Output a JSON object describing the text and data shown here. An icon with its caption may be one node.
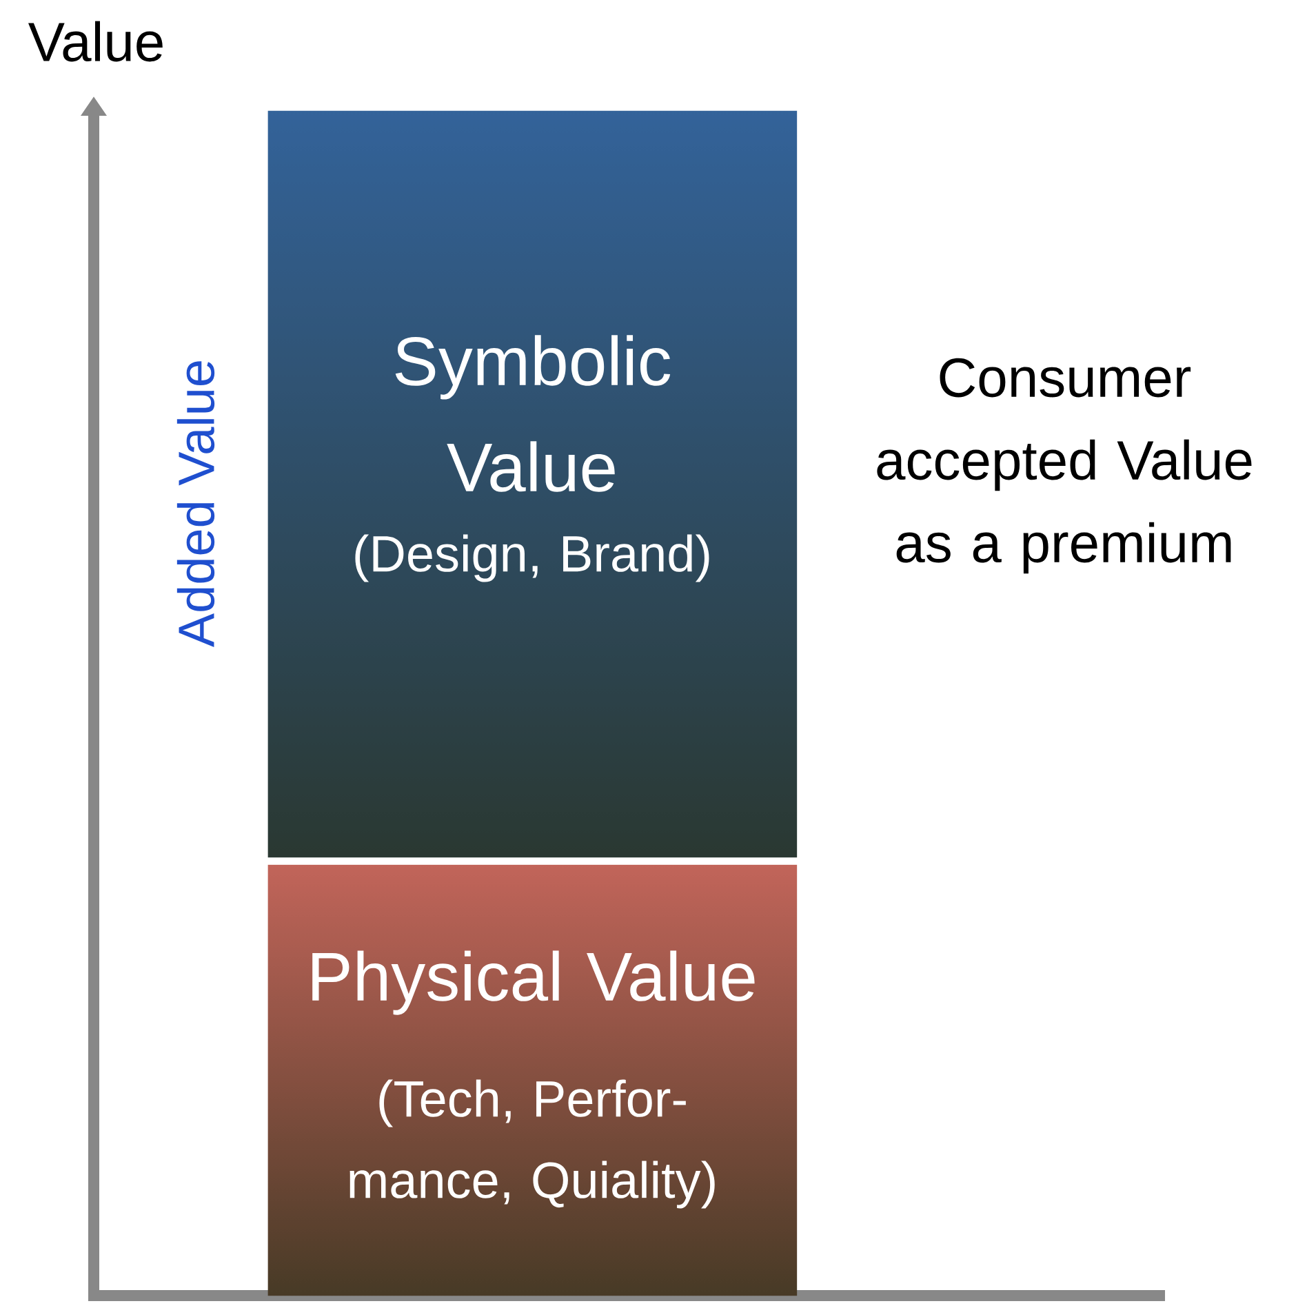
{
  "diagram": {
    "nodes": [
      {
        "text": [
          "Symbolic Value",
          "(Design, Brand)"
        ]
      },
      {
        "text": [
          "Physical Value",
          "(Tech, Perfor- mance, Quiality)"
        ]
      }
    ],
    "labels": [
      "Value",
      "Added Value",
      "Consumer accepted Value as a premium"
    ]
  }
}
